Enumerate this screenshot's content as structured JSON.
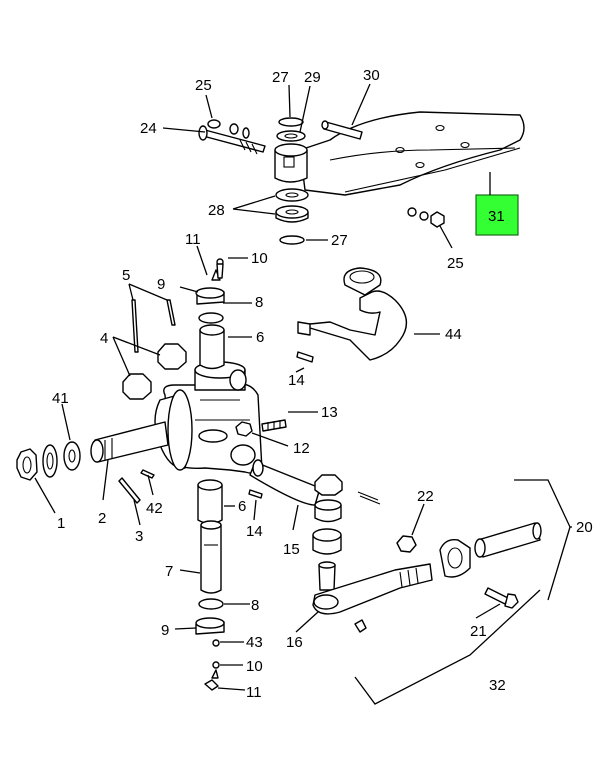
{
  "highlight_color": "#33ff33",
  "callouts": {
    "c1": "1",
    "c2": "2",
    "c3": "3",
    "c4": "4",
    "c5": "5",
    "c6a": "6",
    "c6b": "6",
    "c7": "7",
    "c8a": "8",
    "c8b": "8",
    "c9a": "9",
    "c9b": "9",
    "c10a": "10",
    "c10b": "10",
    "c11a": "11",
    "c11b": "11",
    "c12": "12",
    "c13": "13",
    "c14a": "14",
    "c14b": "14",
    "c15": "15",
    "c16": "16",
    "c20": "20",
    "c21": "21",
    "c22": "22",
    "c24": "24",
    "c25a": "25",
    "c25b": "25",
    "c27a": "27",
    "c27b": "27",
    "c28": "28",
    "c29": "29",
    "c30": "30",
    "c31": "31",
    "c32": "32",
    "c41": "41",
    "c42": "42",
    "c43": "43",
    "c44": "44"
  }
}
